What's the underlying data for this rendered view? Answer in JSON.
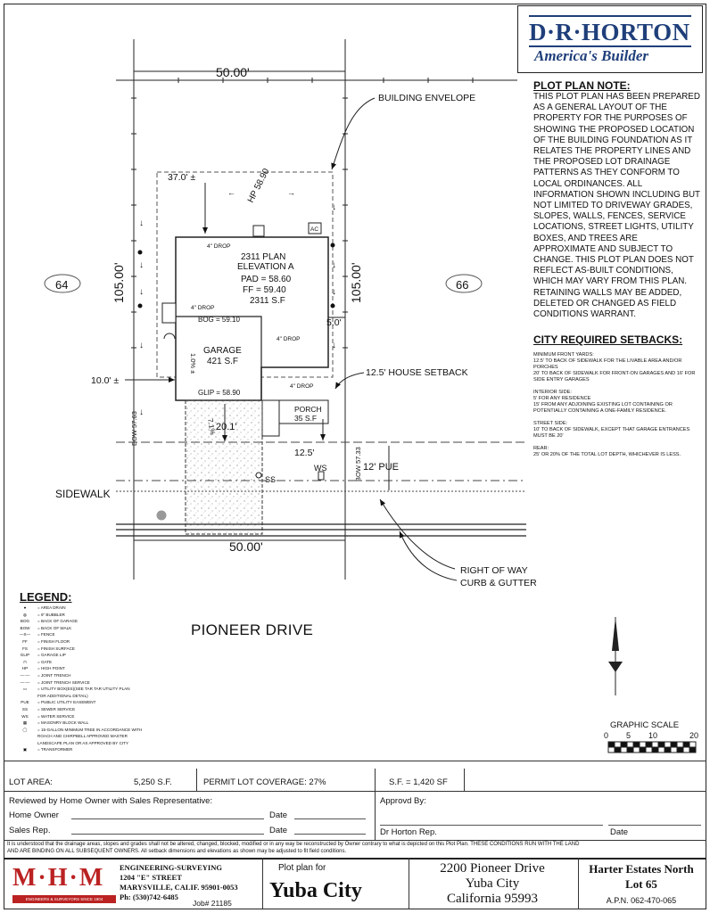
{
  "logo": {
    "brand": "D·R·HORTON",
    "tagline": "America's Builder"
  },
  "plot_note": {
    "title": "PLOT PLAN NOTE:",
    "body": "THIS PLOT PLAN HAS BEEN PREPARED AS A GENERAL LAYOUT OF THE PROPERTY FOR THE PURPOSES OF SHOWING THE PROPOSED LOCATION OF THE BUILDING FOUNDATION AS IT RELATES THE PROPERTY LINES AND THE PROPOSED LOT DRAINAGE PATTERNS AS THEY CONFORM TO LOCAL ORDINANCES. ALL INFORMATION SHOWN INCLUDING BUT NOT LIMITED TO DRIVEWAY GRADES, SLOPES, WALLS, FENCES, SERVICE LOCATIONS, STREET LIGHTS, UTILITY BOXES, AND TREES ARE APPROXIMATE AND SUBJECT TO CHANGE. THIS PLOT PLAN DOES NOT REFLECT AS-BUILT CONDITIONS, WHICH MAY VARY FROM THIS PLAN. RETAINING WALLS MAY BE ADDED, DELETED OR CHANGED AS FIELD CONDITIONS WARRANT."
  },
  "setbacks": {
    "title": "CITY REQUIRED SETBACKS:",
    "front_head": "MINIMUM FRONT YARDS:",
    "front_1": "12.5' TO BACK OF SIDEWALK FOR THE LIVABLE AREA AND/OR PORCHES",
    "front_2": "20' TO BACK OF SIDEWALK FOR FRONT-ON GARAGES AND 16' FOR SIDE ENTRY GARAGES",
    "interior_head": "INTERIOR SIDE:",
    "interior_1": "5' FOR ANY RESIDENCE",
    "interior_2": "15' FROM ANY ADJOINING EXISTING LOT CONTAINING OR POTENTIALLY CONTAINING A ONE-FAMILY RESIDENCE.",
    "street_head": "STREET SIDE:",
    "street_1": "10' TO BACK OF SIDEWALK, EXCEPT THAT GARAGE ENTRANCES MUST BE 20'",
    "rear_head": "REAR:",
    "rear_1": "25' OR 20% OF THE TOTAL LOT DEPTH, WHICHEVER IS LESS."
  },
  "plan": {
    "top_width": "50.00'",
    "bottom_width": "50.00'",
    "left_depth": "105.00'",
    "right_depth": "105.00'",
    "building_envelope": "BUILDING ENVELOPE",
    "rear_setback": "37.0' ±",
    "hp": "HP 58.90",
    "ac": "AC",
    "lot_left": "64",
    "lot_right": "66",
    "house_lines": [
      "2311 PLAN",
      "ELEVATION A",
      "PAD = 58.60",
      "FF = 59.40",
      "2311 S.F"
    ],
    "drop": "4\" DROP",
    "bog": "BOG = 59.10",
    "garage": "GARAGE",
    "garage_sf": "421 S.F",
    "glip": "GLIP = 58.90",
    "slope": "1.0% ±",
    "side_left": "10.0' ±",
    "side_right": "5.0'",
    "house_setback": "12.5' HOUSE SETBACK",
    "porch": "PORCH",
    "porch_sf": "35 S.F",
    "driveway": "20.1'",
    "drive_slope": "7.1%",
    "front_setback": "12.5'",
    "bow_left": "BOW 57.63",
    "bow_right": "BOW 57.33",
    "pue": "12' PUE",
    "ss": "SS",
    "ws": "WS",
    "sidewalk": "SIDEWALK",
    "right_of_way": "RIGHT OF WAY",
    "curb": "CURB & GUTTER",
    "street": "PIONEER DRIVE"
  },
  "legend": {
    "title": "LEGEND:",
    "items": [
      {
        "sym": "●",
        "text": "= AREA DRAIN"
      },
      {
        "sym": "◍",
        "text": "= 6\" BUBBLER"
      },
      {
        "sym": "BOG",
        "text": "= BACK OF GARAGE"
      },
      {
        "sym": "BOW",
        "text": "= BACK OF WALK"
      },
      {
        "sym": "—x—",
        "text": "= FENCE"
      },
      {
        "sym": "FF",
        "text": "= FINISH FLOOR"
      },
      {
        "sym": "FS",
        "text": "= FINISH SURFACE"
      },
      {
        "sym": "GLIP",
        "text": "= GARAGE LIP"
      },
      {
        "sym": "⊓",
        "text": "= GATE"
      },
      {
        "sym": "HP",
        "text": "= HIGH POINT"
      },
      {
        "sym": "—·—",
        "text": "= JOINT TRENCH"
      },
      {
        "sym": "—·—",
        "text": "= JOINT TRENCH SERVICE"
      },
      {
        "sym": "▭",
        "text": "= UTILITY BOX(ES)(SEE TAR TAR UTILITY PLAN"
      },
      {
        "sym": "",
        "text": "FOR ADDITIONAL DETAIL)"
      },
      {
        "sym": "PUE",
        "text": "= PUBLIC UTILITY EASEMENT"
      },
      {
        "sym": "SS",
        "text": "= SEWER SERVICE"
      },
      {
        "sym": "WS",
        "text": "= WATER SERVICE"
      },
      {
        "sym": "▦",
        "text": "= MASONRY BLOCK WALL"
      },
      {
        "sym": "◯",
        "text": "= 15-GALLON MINIMUM TREE IN ACCORDANCE WITH"
      },
      {
        "sym": "",
        "text": "ROACH AND CHIRPBELL APPROVED MASTER"
      },
      {
        "sym": "",
        "text": "LANDSCAPE PLAN OR AS APPROVED BY CITY"
      },
      {
        "sym": "▣",
        "text": "= TRANSFORMER"
      }
    ]
  },
  "scale": {
    "title": "GRAPHIC SCALE",
    "ticks": [
      "0",
      "5",
      "10",
      "20"
    ]
  },
  "stats": {
    "lot_area_label": "LOT AREA:",
    "lot_area_value": "5,250 S.F.",
    "coverage": "PERMIT LOT COVERAGE: 27%",
    "sf": "S.F. = 1,420 SF"
  },
  "signoff": {
    "reviewed": "Reviewed by Home Owner with Sales Representative:",
    "home_owner": "Home Owner",
    "sales_rep": "Sales Rep.",
    "date": "Date",
    "approved": "Approvd By:",
    "dr_rep": "Dr Horton Rep."
  },
  "disclaimer_1": "It is understood that the drainage areas, slopes and grades shall not be altered, changed, blocked, modified or in any way be reconstructed by Owner contrary to what is depicted on this Plot Plan. THESE CONDITIONS RUN WITH THE LAND",
  "disclaimer_2": "AND ARE BINDING ON ALL SUBSEQUENT OWNERS. All setback dimensions and elevations as shown may be adjusted to fit field conditions.",
  "title_block": {
    "firm_logo": "M·H·M",
    "firm_tag": "ENGINEERS & SURVEYORS SINCE 1904",
    "firm_name": "ENGINEERING-SURVEYING",
    "firm_street": "1204 \"E\" STREET",
    "firm_city": "MARYSVILLE, CALIF. 95901-0053",
    "firm_phone": "Ph: (530)742-6485",
    "job": "Job# 21185",
    "plot_for": "Plot plan for",
    "city": "Yuba City",
    "address_1": "2200 Pioneer Drive",
    "address_2": "Yuba City",
    "address_3": "California 95993",
    "project": "Harter Estates North",
    "lot": "Lot 65",
    "apn": "A.P.N. 062-470-065"
  }
}
